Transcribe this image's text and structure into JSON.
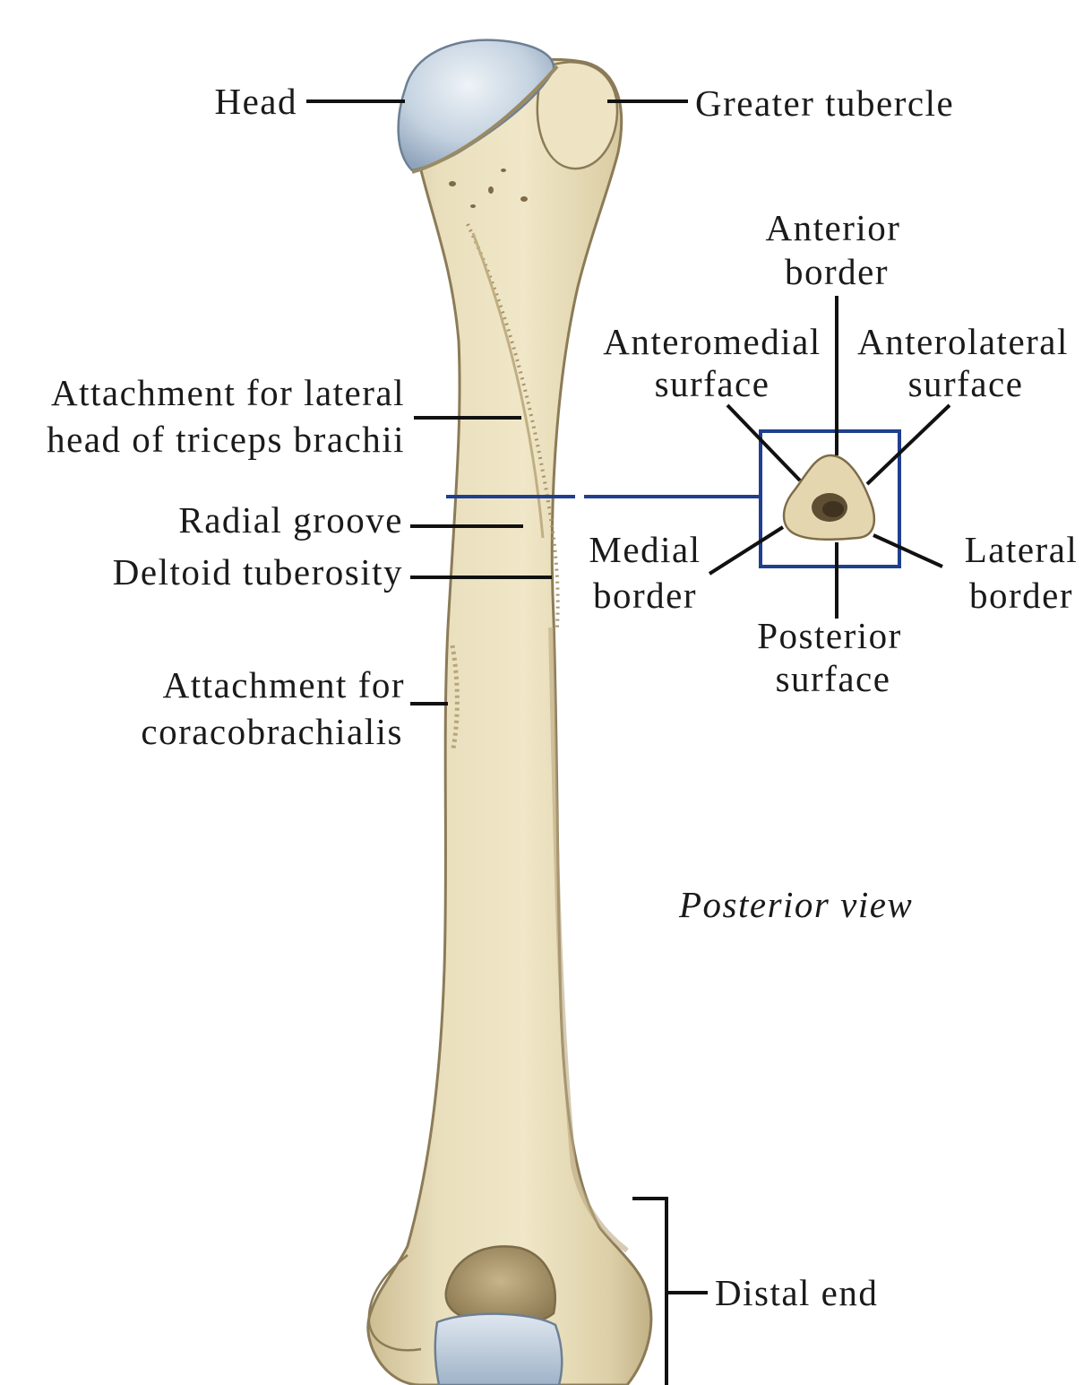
{
  "view_caption": "Posterior view",
  "colors": {
    "bone": "#e7dcb8",
    "bone_shadow": "#c9b98d",
    "bone_outline": "#8b7b57",
    "cartilage": "#b9c8d8",
    "cartilage_light": "#e6edf3",
    "section_box": "#1f3f8f",
    "leader_lines": "#111111",
    "text": "#1a1a1a"
  },
  "labels": {
    "head": "Head",
    "greater_tubercle": "Greater tubercle",
    "triceps_line1": "Attachment for lateral",
    "triceps_line2": "head of triceps brachii",
    "radial_groove": "Radial groove",
    "deltoid_tuberosity": "Deltoid tuberosity",
    "coraco_line1": "Attachment for",
    "coraco_line2": "coracobrachialis",
    "distal_end": "Distal end"
  },
  "cross_section": {
    "anterior_border_line1": "Anterior",
    "anterior_border_line2": "border",
    "anteromedial_line1": "Anteromedial",
    "anteromedial_line2": "surface",
    "anterolateral_line1": "Anterolateral",
    "anterolateral_line2": "surface",
    "medial_border_line1": "Medial",
    "medial_border_line2": "border",
    "lateral_border_line1": "Lateral",
    "lateral_border_line2": "border",
    "posterior_surface_line1": "Posterior",
    "posterior_surface_line2": "surface"
  }
}
